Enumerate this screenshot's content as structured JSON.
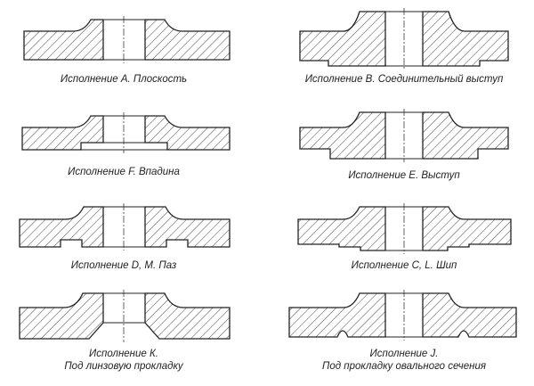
{
  "captions": {
    "a": "Исполнение А. Плоскость",
    "b": "Исполнение В. Соединительный выступ",
    "f": "Исполнение F. Впадина",
    "e": "Исполнение Е. Выступ",
    "d": "Исполнение D, М. Паз",
    "c": "Исполнение С, L. Шип",
    "k1": "Исполнение К.",
    "k2": "Под линзовую прокладку",
    "j1": "Исполнение J.",
    "j2": "Под прокладку овального сечения"
  },
  "colors": {
    "stroke": "#222222",
    "text": "#222222"
  }
}
